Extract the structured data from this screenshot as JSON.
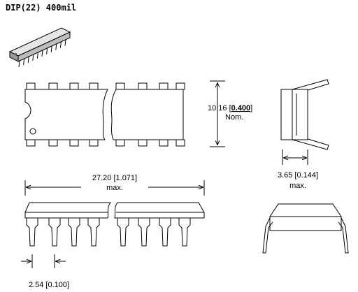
{
  "title": "DIP(22) 400mil",
  "dimensions": {
    "width": {
      "value": "10.16 [",
      "emph": "0.400",
      "close": "]",
      "note": "Nom."
    },
    "length": {
      "value": "27.20 [1.071]",
      "note": "max."
    },
    "height": {
      "value": "3.65 [0.144]",
      "note": "max."
    },
    "pitch": {
      "value": "2.54 [0.100]"
    }
  },
  "colors": {
    "line": "#000000",
    "background": "#ffffff"
  }
}
